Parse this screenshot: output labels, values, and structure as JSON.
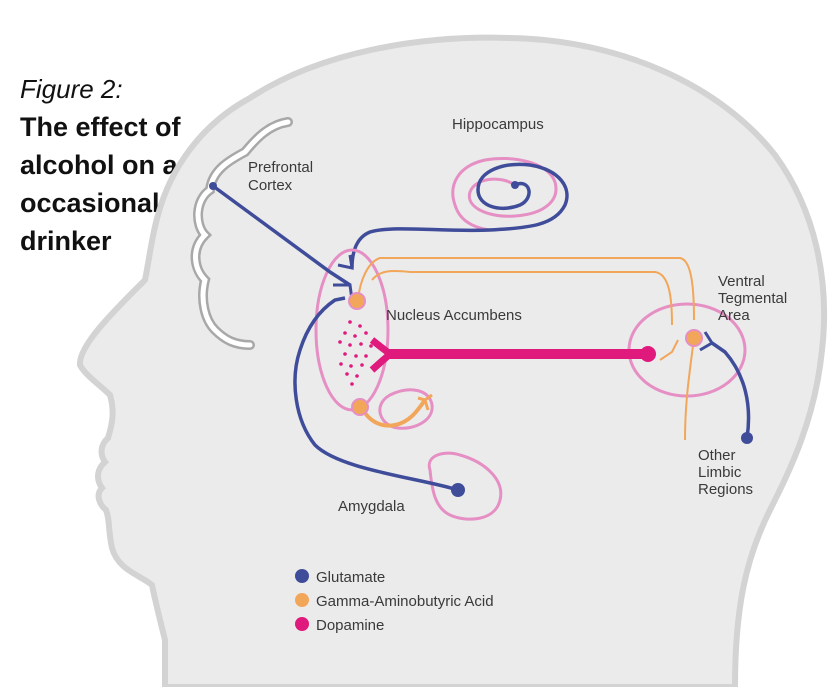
{
  "title": {
    "figure": "Figure 2:",
    "text": "The effect of alcohol on an occasional drinker"
  },
  "labels": {
    "hippocampus": "Hippocampus",
    "prefrontal_1": "Prefrontal",
    "prefrontal_2": "Cortex",
    "nucleus": "Nucleus Accumbens",
    "vta_1": "Ventral",
    "vta_2": "Tegmental",
    "vta_3": "Area",
    "limbic_1": "Other",
    "limbic_2": "Limbic",
    "limbic_3": "Regions",
    "amygdala": "Amygdala"
  },
  "legend": [
    {
      "label": "Glutamate",
      "color": "#3f4c9a"
    },
    {
      "label": "Gamma-Aminobutyric Acid",
      "color": "#f2a65a"
    },
    {
      "label": "Dopamine",
      "color": "#e0197d"
    }
  ],
  "colors": {
    "head_fill": "#ebebeb",
    "head_outline": "#d3d3d3",
    "brain_outline": "#a8a8a8",
    "region_outline": "#e58fc4",
    "glutamate": "#3f4c9a",
    "gaba": "#f2a65a",
    "dopamine": "#e0197d"
  }
}
